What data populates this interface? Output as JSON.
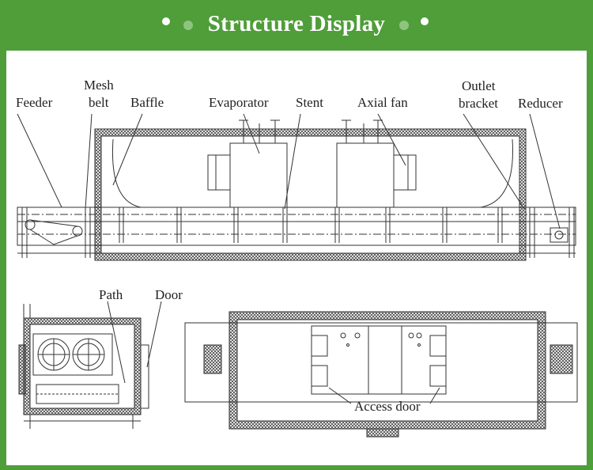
{
  "title": "Structure Display",
  "colors": {
    "frame": "#4f9e3a",
    "panel": "#ffffff",
    "line": "#333333"
  },
  "labels": {
    "feeder": "Feeder",
    "mesh1": "Mesh",
    "mesh2": "belt",
    "baffle": "Baffle",
    "evaporator": "Evaporator",
    "stent": "Stent",
    "axial_fan": "Axial fan",
    "outlet1": "Outlet",
    "outlet2": "bracket",
    "reducer": "Reducer",
    "path": "Path",
    "door": "Door",
    "access_door": "Access door"
  }
}
